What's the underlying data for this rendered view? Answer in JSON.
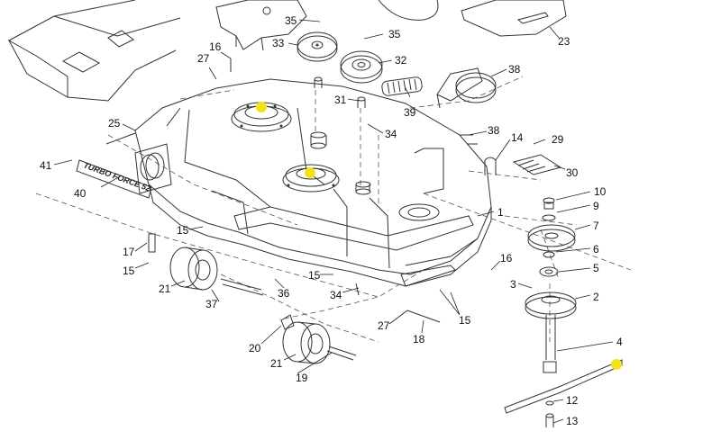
{
  "diagram": {
    "callouts": [
      {
        "id": "c35a",
        "text": "35"
      },
      {
        "id": "c35b",
        "text": "35"
      },
      {
        "id": "c23",
        "text": "23"
      },
      {
        "id": "c16a",
        "text": "16"
      },
      {
        "id": "c33",
        "text": "33"
      },
      {
        "id": "c32",
        "text": "32"
      },
      {
        "id": "c38a",
        "text": "38"
      },
      {
        "id": "c27a",
        "text": "27"
      },
      {
        "id": "c31",
        "text": "31"
      },
      {
        "id": "c39",
        "text": "39"
      },
      {
        "id": "c25",
        "text": "25"
      },
      {
        "id": "c34a",
        "text": "34"
      },
      {
        "id": "c38b",
        "text": "38"
      },
      {
        "id": "c14",
        "text": "14"
      },
      {
        "id": "c29",
        "text": "29"
      },
      {
        "id": "c41",
        "text": "41"
      },
      {
        "id": "c40",
        "text": "40"
      },
      {
        "id": "c30",
        "text": "30"
      },
      {
        "id": "c10",
        "text": "10"
      },
      {
        "id": "c9",
        "text": "9"
      },
      {
        "id": "c1",
        "text": "1"
      },
      {
        "id": "c15a",
        "text": "15"
      },
      {
        "id": "c7",
        "text": "7"
      },
      {
        "id": "c17",
        "text": "17"
      },
      {
        "id": "c6",
        "text": "6"
      },
      {
        "id": "c16b",
        "text": "16"
      },
      {
        "id": "c15b",
        "text": "15"
      },
      {
        "id": "c5",
        "text": "5"
      },
      {
        "id": "c15c",
        "text": "15"
      },
      {
        "id": "c21a",
        "text": "21"
      },
      {
        "id": "c3",
        "text": "3"
      },
      {
        "id": "c34b",
        "text": "34"
      },
      {
        "id": "c36",
        "text": "36"
      },
      {
        "id": "c2",
        "text": "2"
      },
      {
        "id": "c37",
        "text": "37"
      },
      {
        "id": "c15d",
        "text": "15"
      },
      {
        "id": "c27b",
        "text": "27"
      },
      {
        "id": "c18",
        "text": "18"
      },
      {
        "id": "c4",
        "text": "4"
      },
      {
        "id": "c20",
        "text": "20"
      },
      {
        "id": "c21b",
        "text": "21"
      },
      {
        "id": "c19",
        "text": "19"
      },
      {
        "id": "c12",
        "text": "12"
      },
      {
        "id": "c13",
        "text": "13"
      }
    ],
    "deck_label": "TURBO FORCE 52",
    "markers_color": "#f5e11a"
  }
}
